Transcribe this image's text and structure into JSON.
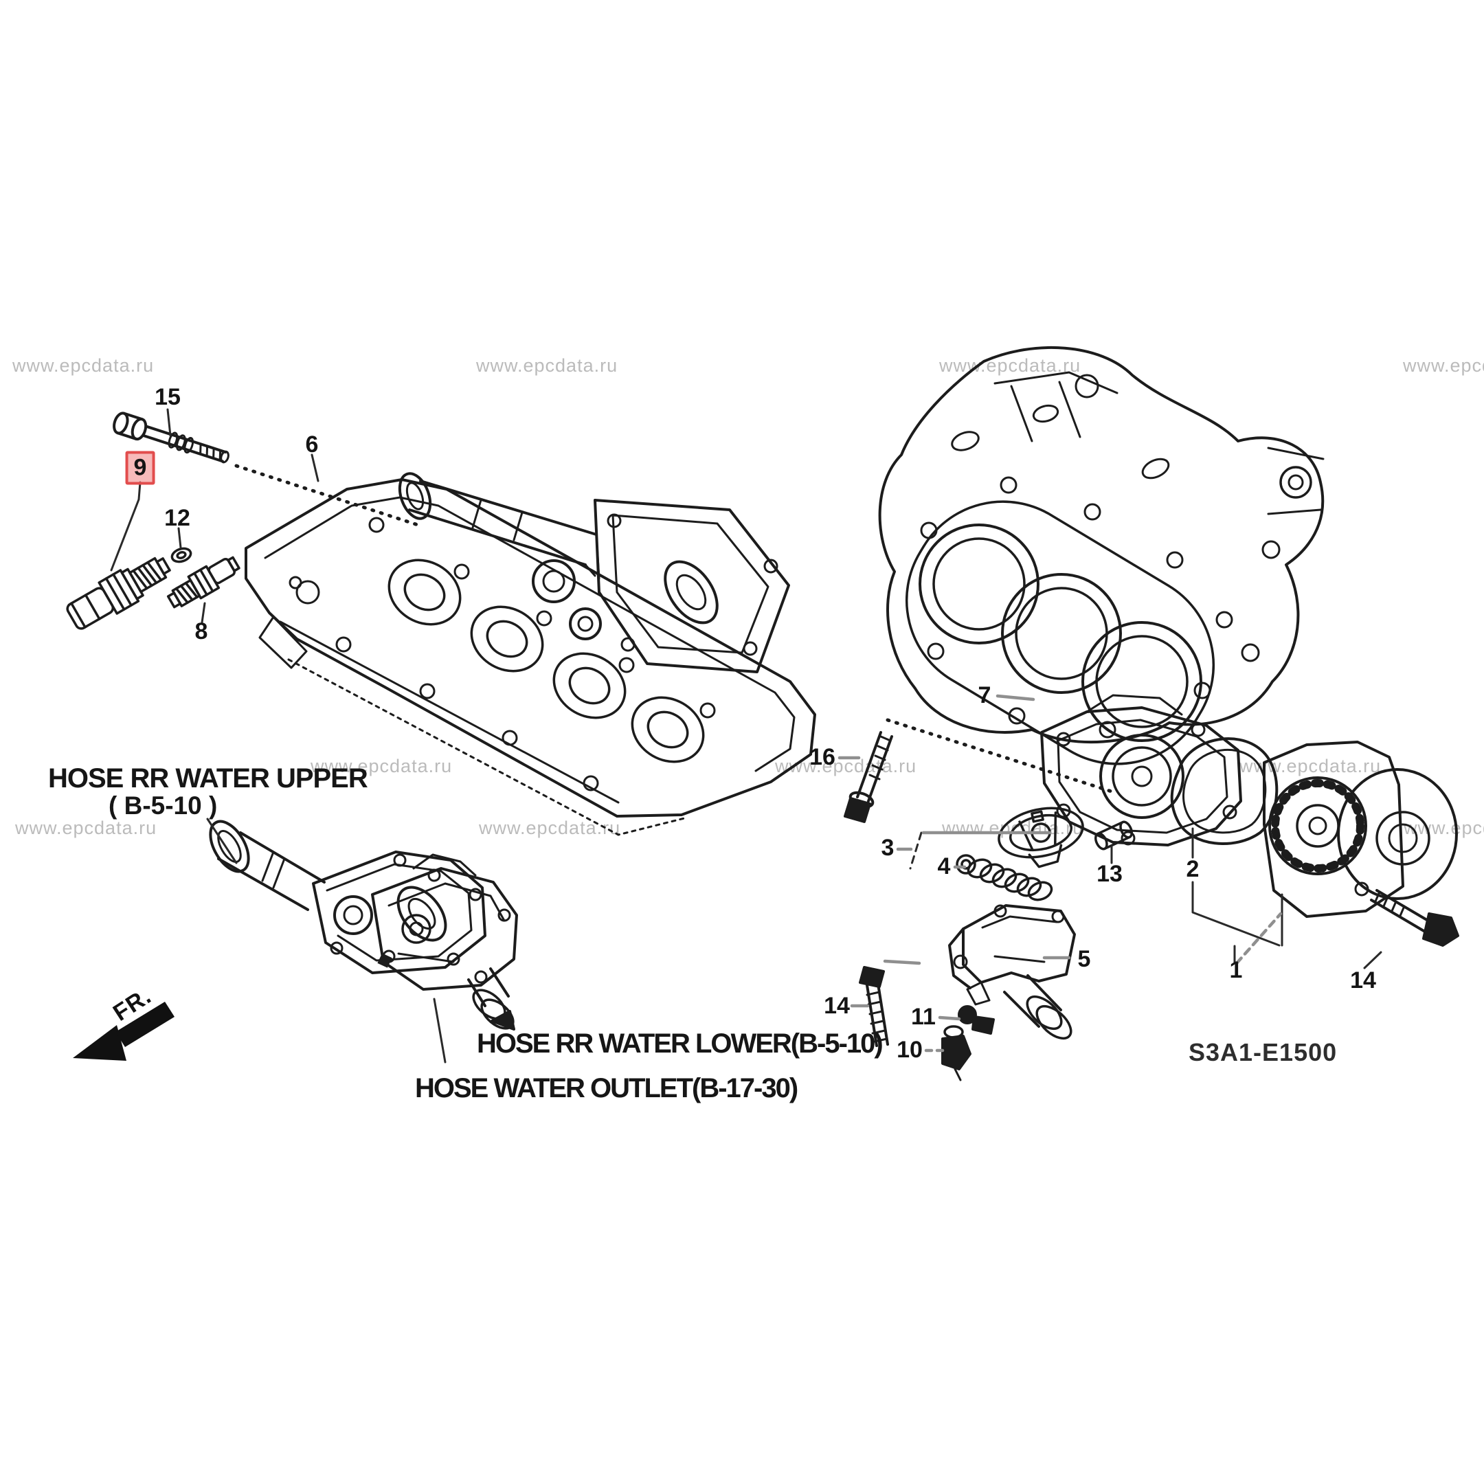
{
  "diagram": {
    "code": "S3A1-E1500",
    "front_marker": "FR.",
    "watermark_text": "www.epcdata.ru"
  },
  "colors": {
    "line": "#1c1c1c",
    "leader_gray": "#8f8f8f",
    "watermark": "#b4b4b4",
    "highlight_border": "#e24d4d",
    "highlight_fill": "#f2a1a1"
  },
  "labels": {
    "hose_rr_water_upper": "HOSE RR WATER UPPER",
    "hose_rr_water_upper_ref": "( B-5-10 )",
    "hose_rr_water_lower": "HOSE RR WATER LOWER(B-5-10)",
    "hose_water_outlet": "HOSE WATER OUTLET(B-17-30)"
  },
  "callouts": [
    {
      "label": "15"
    },
    {
      "label": "9",
      "highlighted": true
    },
    {
      "label": "12"
    },
    {
      "label": "6"
    },
    {
      "label": "8"
    },
    {
      "label": "7"
    },
    {
      "label": "16"
    },
    {
      "label": "3"
    },
    {
      "label": "4"
    },
    {
      "label": "13"
    },
    {
      "label": "2"
    },
    {
      "label": "1"
    },
    {
      "label": "14"
    },
    {
      "label": "5"
    },
    {
      "label": "14"
    },
    {
      "label": "11"
    },
    {
      "label": "10"
    }
  ]
}
